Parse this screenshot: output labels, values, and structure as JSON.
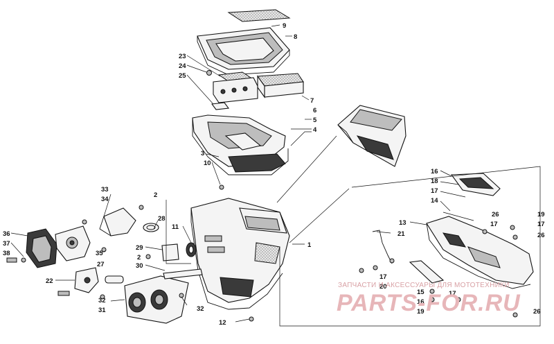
{
  "callouts": [
    {
      "id": "c9",
      "text": "9"
    },
    {
      "id": "c8",
      "text": "8"
    },
    {
      "id": "c23",
      "text": "23"
    },
    {
      "id": "c24",
      "text": "24"
    },
    {
      "id": "c25",
      "text": "25"
    },
    {
      "id": "c7",
      "text": "7"
    },
    {
      "id": "c6",
      "text": "6"
    },
    {
      "id": "c5",
      "text": "5"
    },
    {
      "id": "c4",
      "text": "4"
    },
    {
      "id": "c3",
      "text": "3"
    },
    {
      "id": "c10",
      "text": "10"
    },
    {
      "id": "c33",
      "text": "33"
    },
    {
      "id": "c34",
      "text": "34"
    },
    {
      "id": "c2a",
      "text": "2"
    },
    {
      "id": "c28",
      "text": "28"
    },
    {
      "id": "c11",
      "text": "11"
    },
    {
      "id": "c36",
      "text": "36"
    },
    {
      "id": "c37",
      "text": "37"
    },
    {
      "id": "c38",
      "text": "38"
    },
    {
      "id": "c35",
      "text": "35"
    },
    {
      "id": "c29",
      "text": "29"
    },
    {
      "id": "c2b",
      "text": "2"
    },
    {
      "id": "c27",
      "text": "27"
    },
    {
      "id": "c30",
      "text": "30"
    },
    {
      "id": "c22",
      "text": "22"
    },
    {
      "id": "c32a",
      "text": "32"
    },
    {
      "id": "c31",
      "text": "31"
    },
    {
      "id": "c32b",
      "text": "32"
    },
    {
      "id": "c12",
      "text": "12"
    },
    {
      "id": "c1",
      "text": "1"
    },
    {
      "id": "c16a",
      "text": "16"
    },
    {
      "id": "c18",
      "text": "18"
    },
    {
      "id": "c17a",
      "text": "17"
    },
    {
      "id": "c14",
      "text": "14"
    },
    {
      "id": "c13",
      "text": "13"
    },
    {
      "id": "c26a",
      "text": "26"
    },
    {
      "id": "c19a",
      "text": "19"
    },
    {
      "id": "c17b",
      "text": "17"
    },
    {
      "id": "c17c",
      "text": "17"
    },
    {
      "id": "c26b",
      "text": "26"
    },
    {
      "id": "c21",
      "text": "21"
    },
    {
      "id": "c17d",
      "text": "17"
    },
    {
      "id": "c20",
      "text": "20"
    },
    {
      "id": "c15",
      "text": "15"
    },
    {
      "id": "c16b",
      "text": "16"
    },
    {
      "id": "c17e",
      "text": "17"
    },
    {
      "id": "c19b",
      "text": "19"
    },
    {
      "id": "c26c",
      "text": "26"
    }
  ],
  "watermark": {
    "line1": "ЗАПЧАСТИ И АКСЕССУАРЫ ДЛЯ МОТОТЕХНИКИ",
    "line2": "PARTS-FOR.RU"
  },
  "colors": {
    "ink": "#111111",
    "watermark": "#e7b6b9",
    "background": "#ffffff"
  }
}
